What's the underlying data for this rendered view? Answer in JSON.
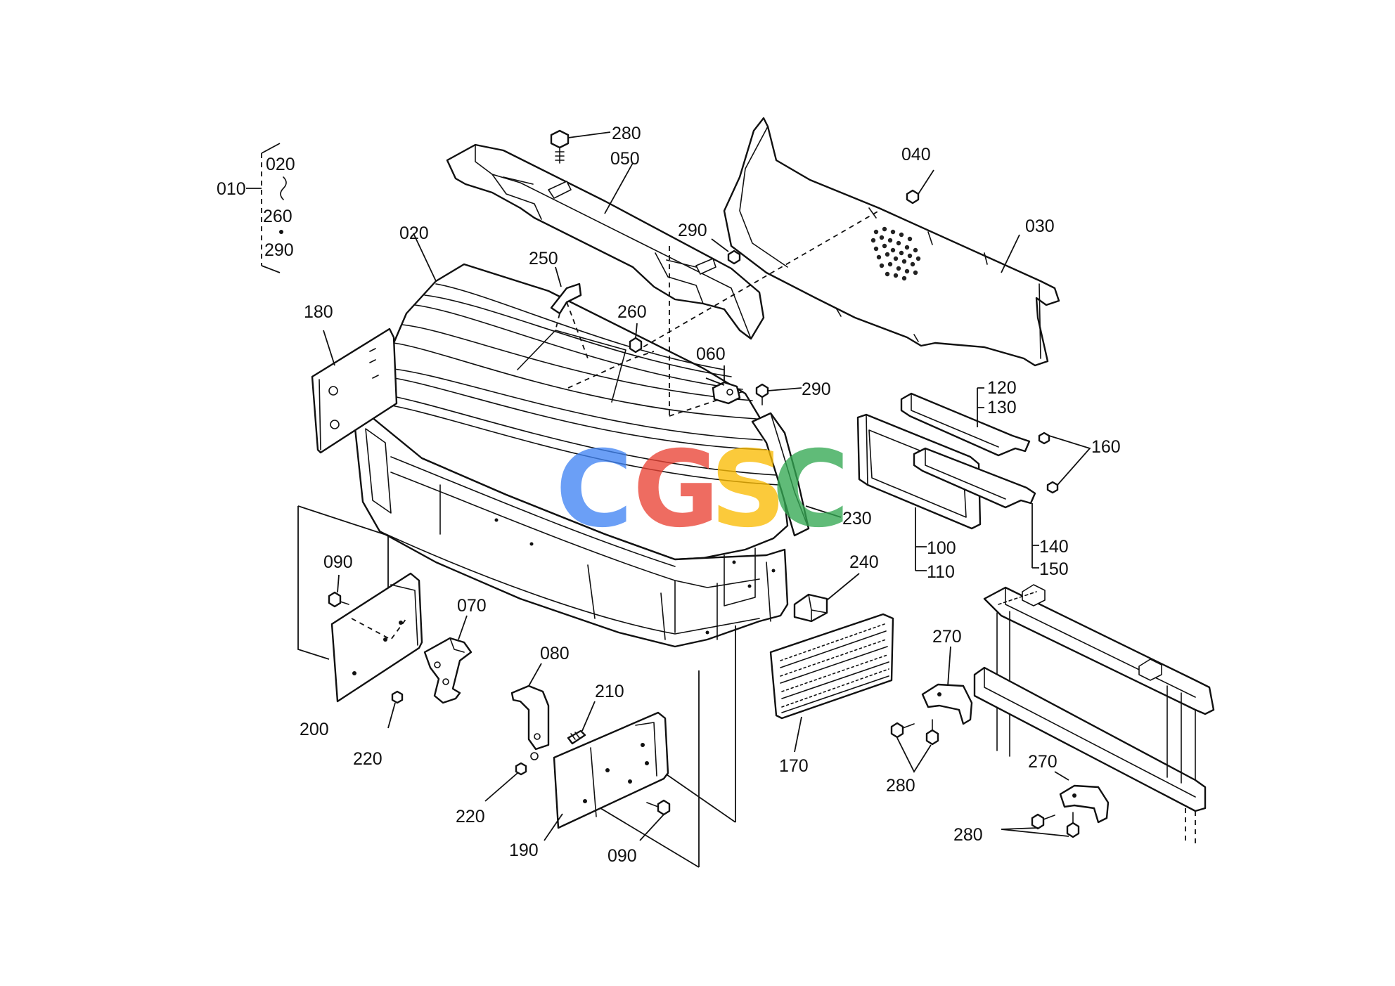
{
  "watermark": {
    "letters": [
      "C",
      "G",
      "S",
      "C"
    ],
    "colors": [
      "#4285F4",
      "#EA4335",
      "#FBBC05",
      "#34A853"
    ]
  },
  "set_group": {
    "label": "010",
    "items": [
      "020",
      "260",
      "290"
    ]
  },
  "callouts": [
    {
      "id": "c-280-top",
      "text": "280"
    },
    {
      "id": "c-050",
      "text": "050"
    },
    {
      "id": "c-040",
      "text": "040"
    },
    {
      "id": "c-030",
      "text": "030"
    },
    {
      "id": "c-020",
      "text": "020"
    },
    {
      "id": "c-250",
      "text": "250"
    },
    {
      "id": "c-290-a",
      "text": "290"
    },
    {
      "id": "c-260",
      "text": "260"
    },
    {
      "id": "c-180",
      "text": "180"
    },
    {
      "id": "c-060",
      "text": "060"
    },
    {
      "id": "c-290-b",
      "text": "290"
    },
    {
      "id": "c-120",
      "text": "120"
    },
    {
      "id": "c-130",
      "text": "130"
    },
    {
      "id": "c-160",
      "text": "160"
    },
    {
      "id": "c-230",
      "text": "230"
    },
    {
      "id": "c-100",
      "text": "100"
    },
    {
      "id": "c-110",
      "text": "110"
    },
    {
      "id": "c-140",
      "text": "140"
    },
    {
      "id": "c-150",
      "text": "150"
    },
    {
      "id": "c-240",
      "text": "240"
    },
    {
      "id": "c-090-a",
      "text": "090"
    },
    {
      "id": "c-070",
      "text": "070"
    },
    {
      "id": "c-270-a",
      "text": "270"
    },
    {
      "id": "c-080",
      "text": "080"
    },
    {
      "id": "c-210",
      "text": "210"
    },
    {
      "id": "c-200",
      "text": "200"
    },
    {
      "id": "c-220-a",
      "text": "220"
    },
    {
      "id": "c-170",
      "text": "170"
    },
    {
      "id": "c-280-mid",
      "text": "280"
    },
    {
      "id": "c-270-b",
      "text": "270"
    },
    {
      "id": "c-220-b",
      "text": "220"
    },
    {
      "id": "c-190",
      "text": "190"
    },
    {
      "id": "c-090-b",
      "text": "090"
    },
    {
      "id": "c-280-bot",
      "text": "280"
    }
  ]
}
